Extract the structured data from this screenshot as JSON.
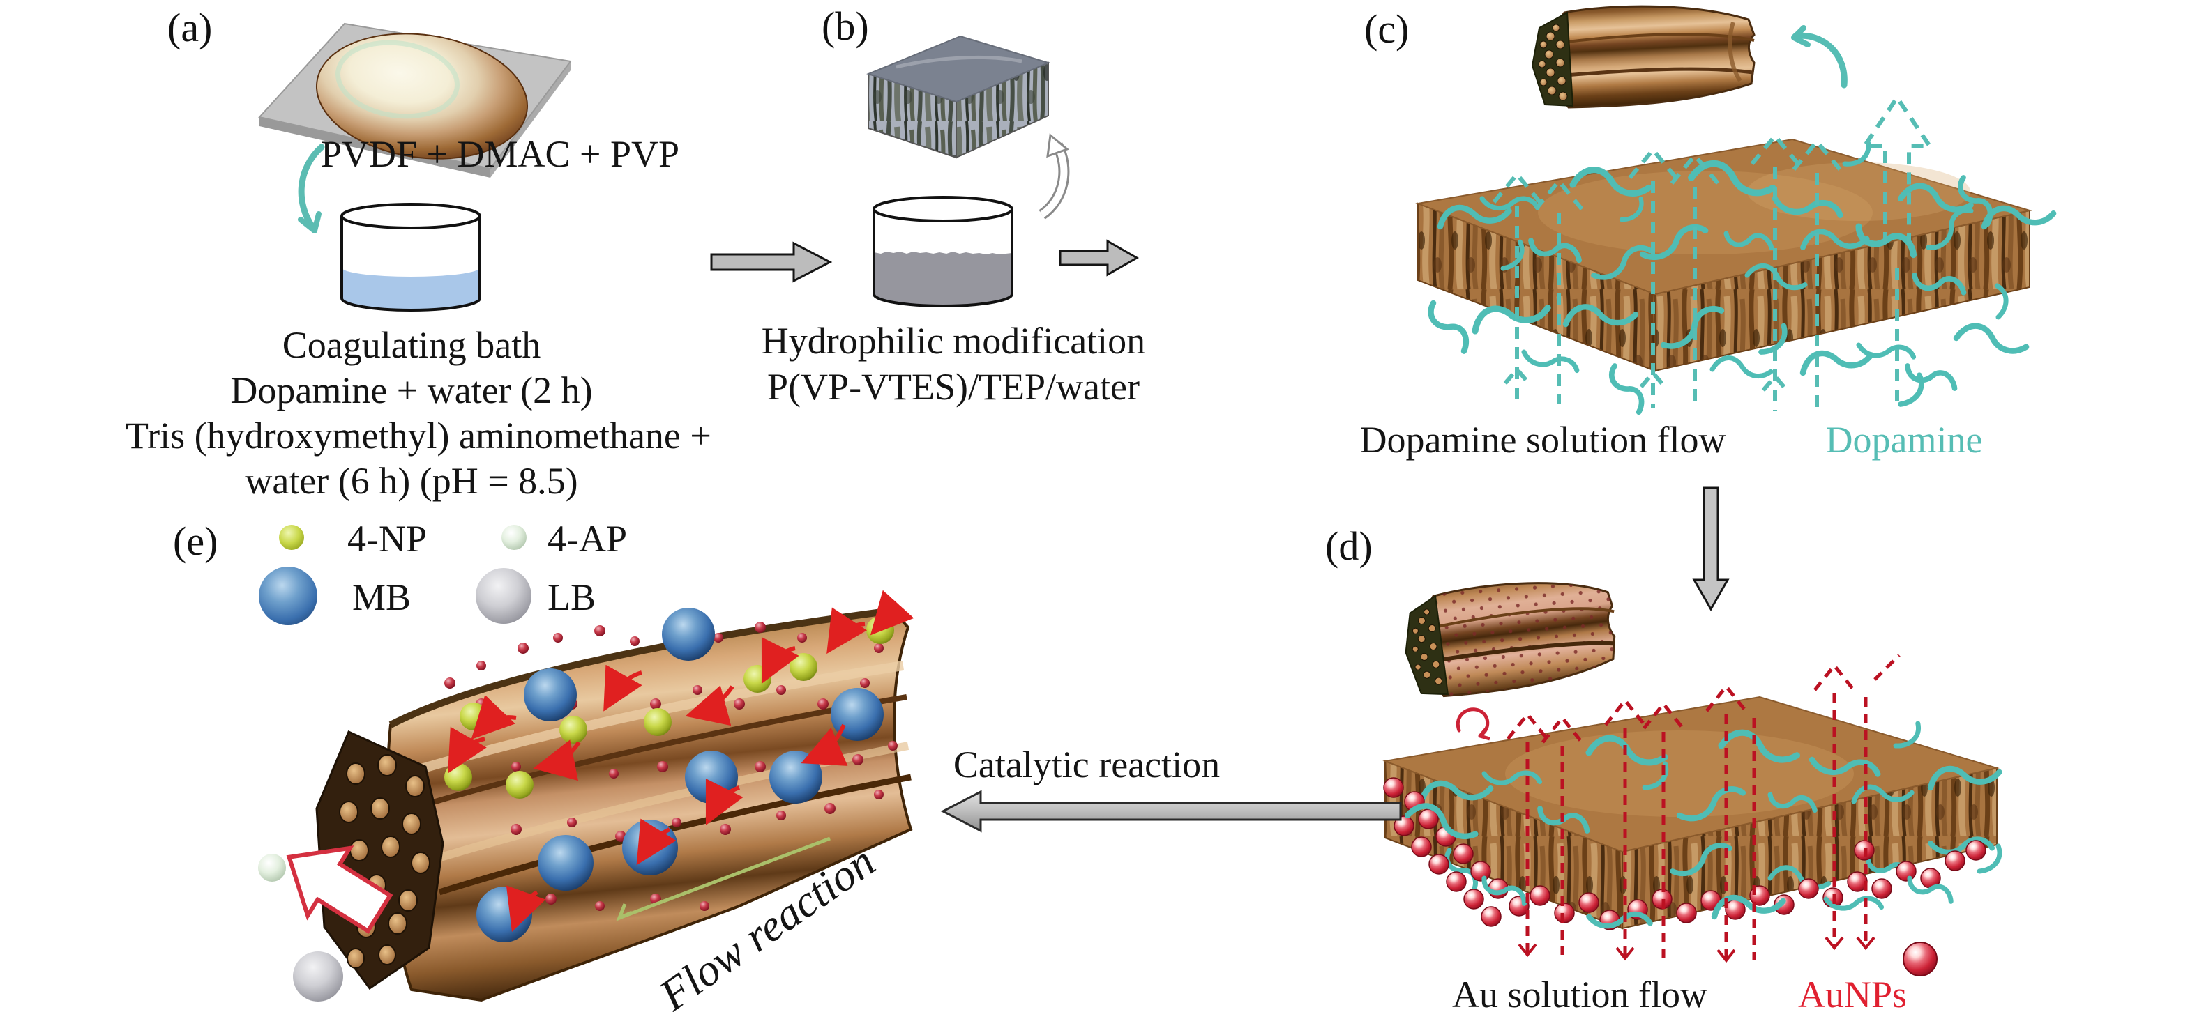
{
  "figure": {
    "panel_a": {
      "label": "(a)",
      "mixture": "PVDF + DMAC + PVP",
      "caption_lines": [
        "Coagulating bath",
        "Dopamine + water (2 h)",
        "Tris (hydroxymethyl) aminomethane +",
        "water (6 h) (pH = 8.5)"
      ]
    },
    "panel_b": {
      "label": "(b)",
      "caption_lines": [
        "Hydrophilic modification",
        "P(VP-VTES)/TEP/water"
      ]
    },
    "panel_c": {
      "label": "(c)",
      "flow_caption": "Dopamine solution flow",
      "species_label": "Dopamine"
    },
    "panel_d": {
      "label": "(d)",
      "flow_caption": "Au solution flow",
      "species_label": "AuNPs"
    },
    "panel_e": {
      "label": "(e)",
      "legend": [
        {
          "label": "4-NP"
        },
        {
          "label": "4-AP"
        },
        {
          "label": "MB"
        },
        {
          "label": "LB"
        }
      ],
      "flow_label": "Flow reaction"
    },
    "process": {
      "catalytic_label": "Catalytic reaction"
    }
  },
  "colors": {
    "dopamine_teal": "#56bdb4",
    "aunp_red": "#e02030",
    "membrane_brown": "#ad7842",
    "bath_blue": "#a9c7e9",
    "bath_gray": "#96969e",
    "process_arrow_gray": "#bcbcbc",
    "reaction_arrow_red": "#e02020",
    "flow_arrow_green": "#aac06a"
  }
}
